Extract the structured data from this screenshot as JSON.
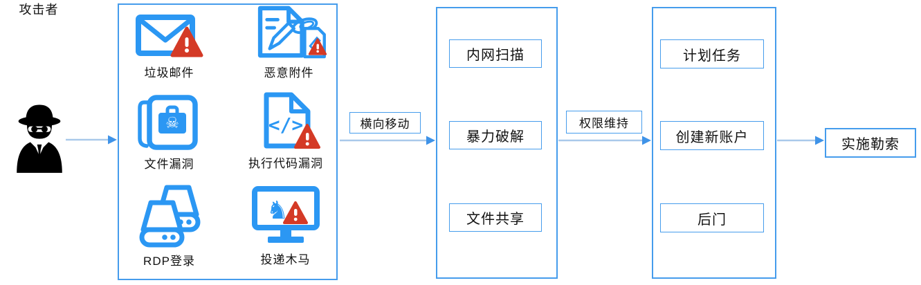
{
  "attacker": {
    "label": "攻击者"
  },
  "entry_stage": {
    "items": [
      {
        "label": "垃圾邮件",
        "icon": "spam-email"
      },
      {
        "label": "恶意附件",
        "icon": "malicious-attachment"
      },
      {
        "label": "文件漏洞",
        "icon": "file-vulnerability"
      },
      {
        "label": "执行代码漏洞",
        "icon": "code-execution-vulnerability"
      },
      {
        "label": "RDP登录",
        "icon": "rdp-login"
      },
      {
        "label": "投递木马",
        "icon": "trojan-delivery"
      }
    ]
  },
  "arrows": {
    "lateral_movement": "横向移动",
    "privilege_persistence": "权限维持"
  },
  "scan_stage": {
    "items": [
      "内网扫描",
      "暴力破解",
      "文件共享"
    ]
  },
  "persist_stage": {
    "items": [
      "计划任务",
      "创建新账户",
      "后门"
    ]
  },
  "final_stage": {
    "label": "实施勒索"
  },
  "colors": {
    "icon_blue": "#2B97F3",
    "box_border": "#459CEC",
    "arrow_line": "#A9C9EA",
    "arrow_head": "#3F93E8",
    "alert_red": "#D43A26"
  }
}
